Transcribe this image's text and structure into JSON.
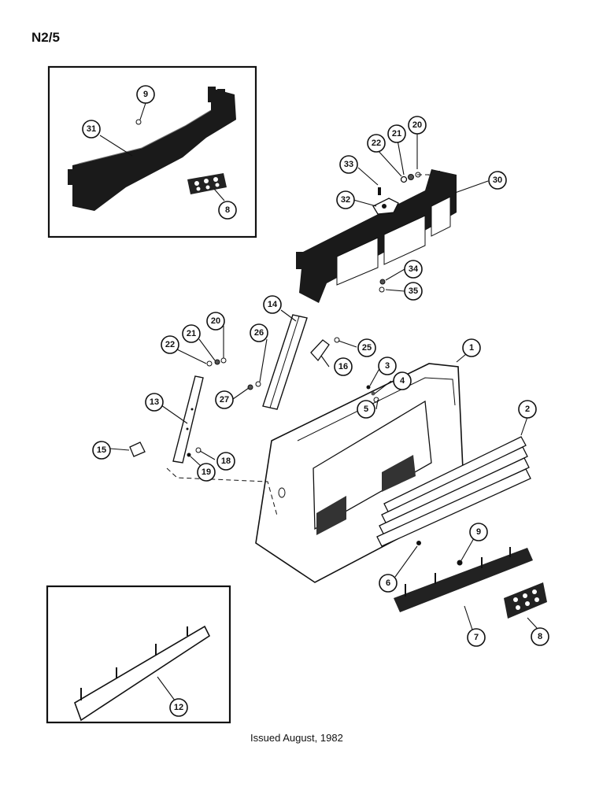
{
  "page_code": "N2/5",
  "issued": "Issued August, 1982",
  "callouts": {
    "c1": "1",
    "c2": "2",
    "c3": "3",
    "c4": "4",
    "c5": "5",
    "c6": "6",
    "c7": "7",
    "c8a": "8",
    "c8b": "8",
    "c9a": "9",
    "c9b": "9",
    "c12": "12",
    "c13": "13",
    "c14": "14",
    "c15": "15",
    "c16": "16",
    "c18": "18",
    "c19": "19",
    "c20a": "20",
    "c20b": "20",
    "c21a": "21",
    "c21b": "21",
    "c22a": "22",
    "c22b": "22",
    "c25": "25",
    "c26": "26",
    "c27": "27",
    "c30": "30",
    "c31": "31",
    "c32": "32",
    "c33": "33",
    "c34": "34",
    "c35": "35"
  }
}
